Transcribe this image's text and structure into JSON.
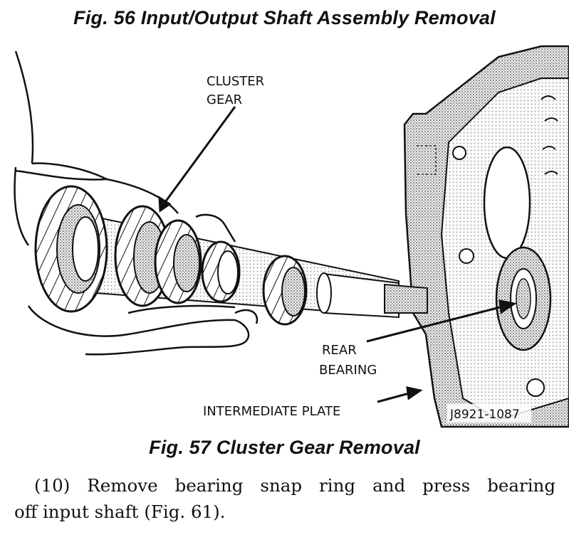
{
  "figures": [
    {
      "caption": "Fig. 56 Input/Output Shaft Assembly Removal"
    },
    {
      "caption": "Fig. 57 Cluster Gear Removal"
    }
  ],
  "illustration": {
    "callouts": {
      "cluster_gear_line1": "CLUSTER",
      "cluster_gear_line2": "GEAR",
      "rear_bearing_line1": "REAR",
      "rear_bearing_line2": "BEARING",
      "intermediate_plate": "INTERMEDIATE PLATE",
      "figure_code": "J8921-1087"
    }
  },
  "body_text": {
    "line1": "(10) Remove bearing snap ring and press bearing",
    "line2": "off input shaft (Fig. 61)."
  }
}
